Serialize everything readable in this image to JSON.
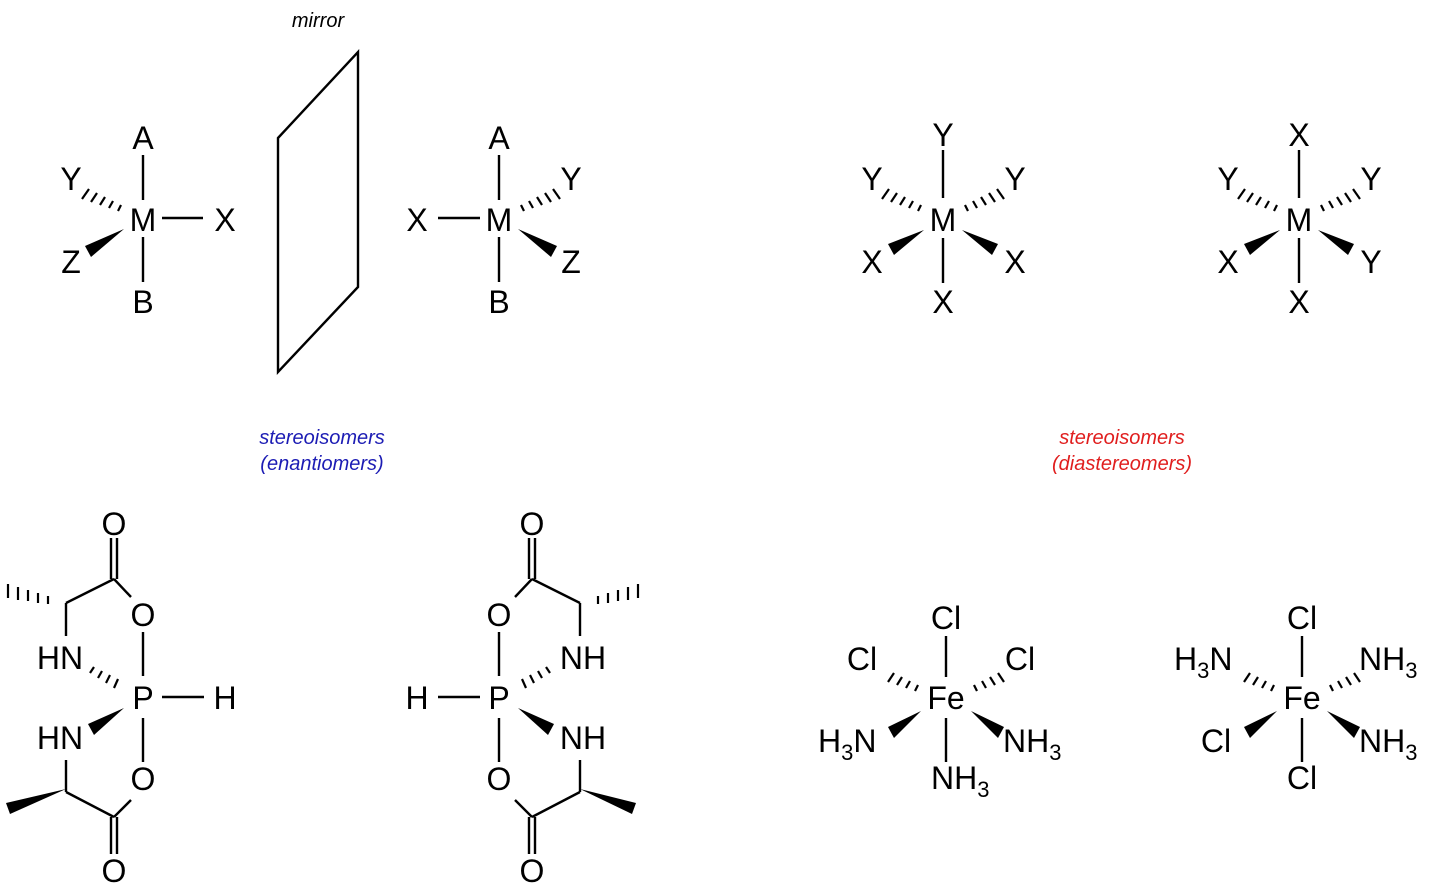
{
  "captions": {
    "mirror": "mirror",
    "enantiomers_line1": "stereoisomers",
    "enantiomers_line2": "(enantiomers)",
    "diastereomers_line1": "stereoisomers",
    "diastereomers_line2": "(diastereomers)"
  },
  "colors": {
    "enantiomers": "#1c1cb4",
    "diastereomers": "#e01e1e",
    "ink": "#000000"
  },
  "labels": {
    "A": "A",
    "B": "B",
    "M": "M",
    "X": "X",
    "Y": "Y",
    "Z": "Z",
    "O": "O",
    "P": "P",
    "H": "H",
    "HN": "HN",
    "NH": "NH",
    "Fe": "Fe",
    "Cl": "Cl",
    "N": "N",
    "NH_prefix": "NH",
    "H_prefix": "H",
    "sub3": "3"
  }
}
